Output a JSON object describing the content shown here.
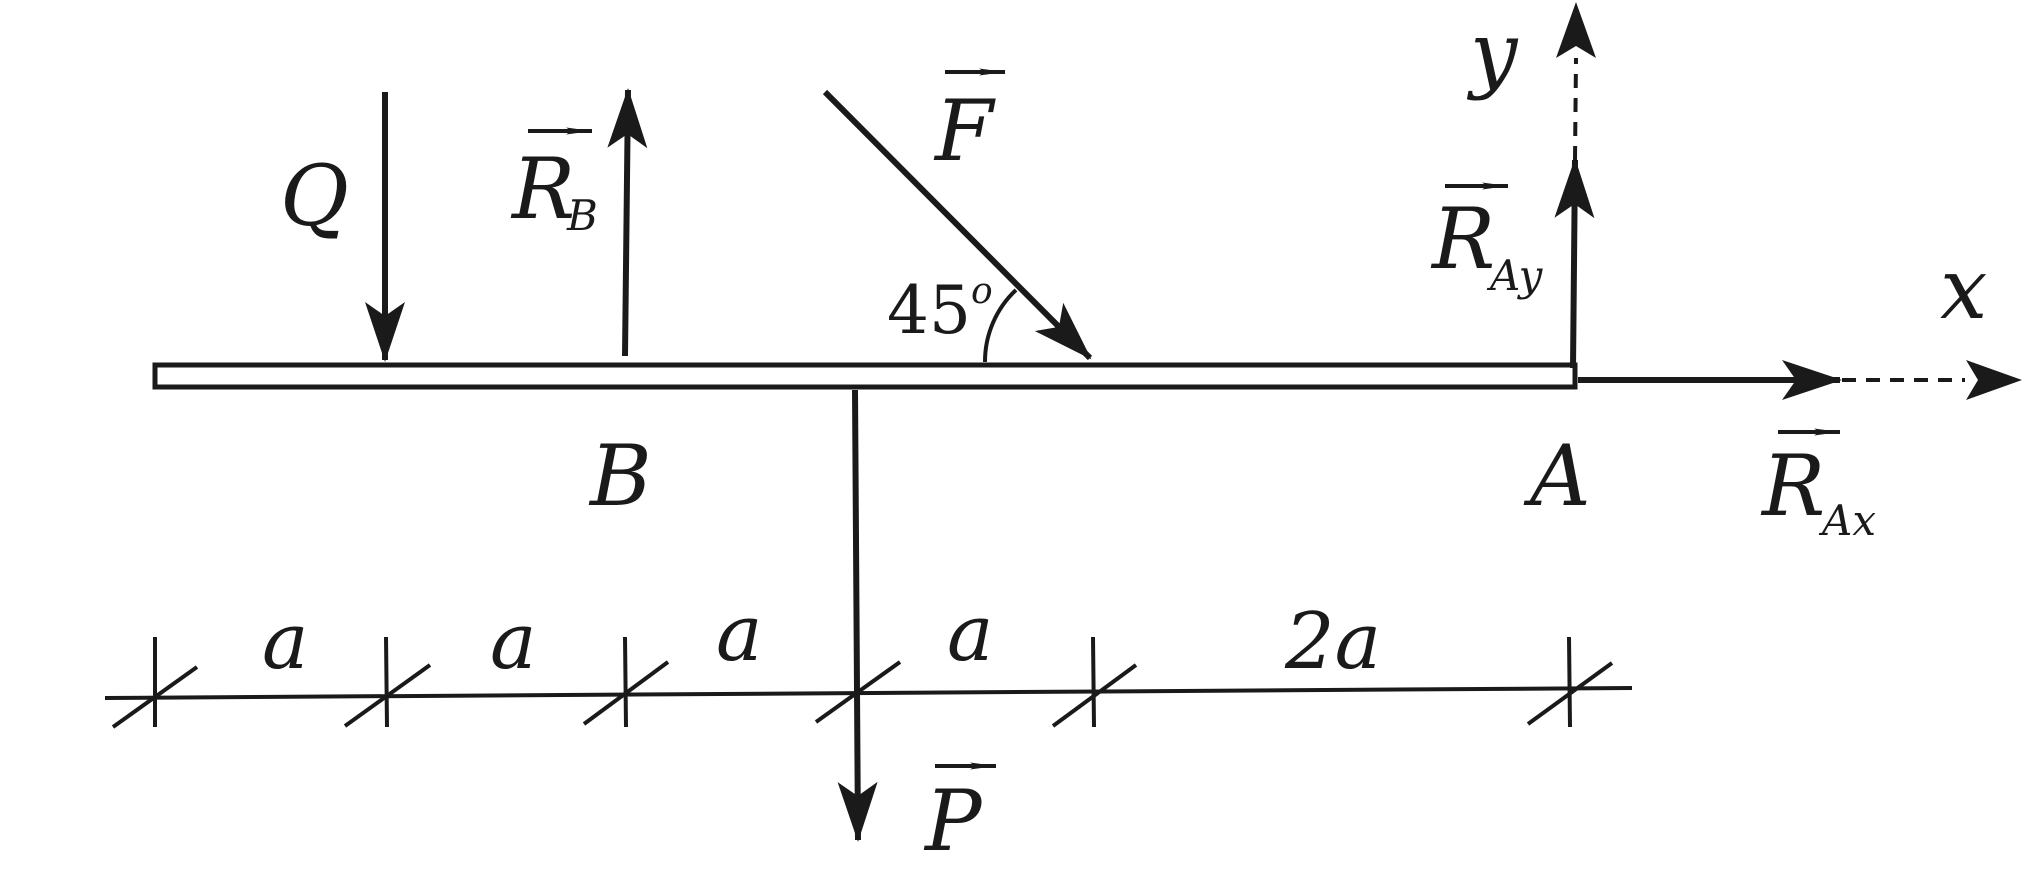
{
  "labels": {
    "Q": "Q",
    "RB": "R",
    "RB_sub": "B",
    "F": "F",
    "RAy": "R",
    "RAy_sub": "Ay",
    "RAx": "R",
    "RAx_sub": "Ax",
    "P": "P",
    "B": "B",
    "A": "A",
    "x": "x",
    "y": "y",
    "angle_value": "45",
    "angle_unit": "o"
  },
  "dimensions": [
    "a",
    "a",
    "a",
    "a",
    "2a"
  ],
  "colors": {
    "ink": "#1a1a1a",
    "background": "#ffffff"
  }
}
